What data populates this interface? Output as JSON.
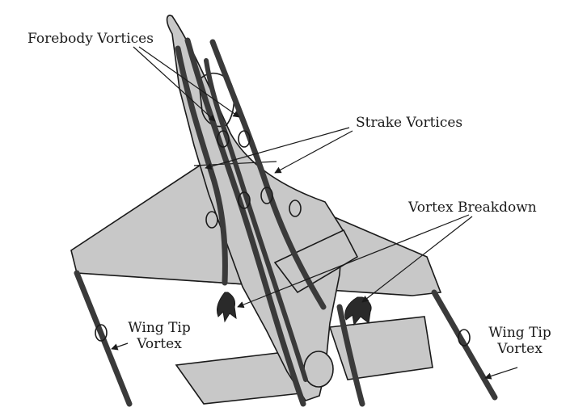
{
  "labels": {
    "forebody_vortices": "Forebody Vortices",
    "strake_vortices": "Strake Vortices",
    "vortex_breakdown": "Vortex Breakdown",
    "wing_tip_vortex_left": [
      "Wing Tip",
      "Vortex"
    ],
    "wing_tip_vortex_right": [
      "Wing Tip",
      "Vortex"
    ]
  },
  "colors": {
    "airframe_fill": "#c8c8c8",
    "outline": "#1a1a1a",
    "vortex_core": "#3a3a3a",
    "background": "#ffffff"
  }
}
